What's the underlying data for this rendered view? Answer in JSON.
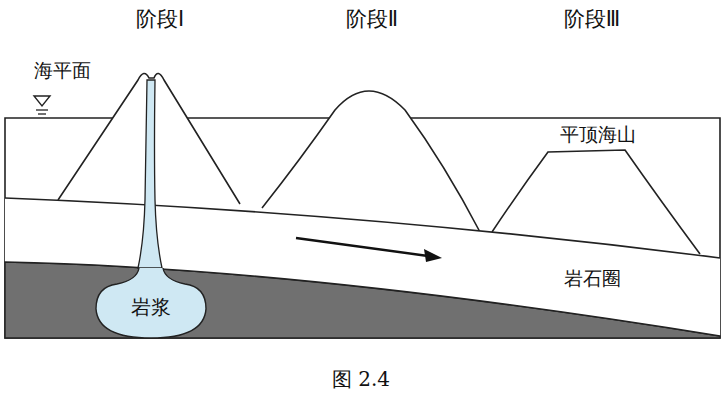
{
  "diagram": {
    "caption": "图 2.4",
    "nodes": [
      {
        "text": [
          "岩浆"
        ]
      }
    ],
    "labels": [
      "阶段Ⅰ",
      "阶段Ⅱ",
      "阶段Ⅲ",
      "海平面",
      "平顶海山",
      "岩石圈"
    ]
  }
}
